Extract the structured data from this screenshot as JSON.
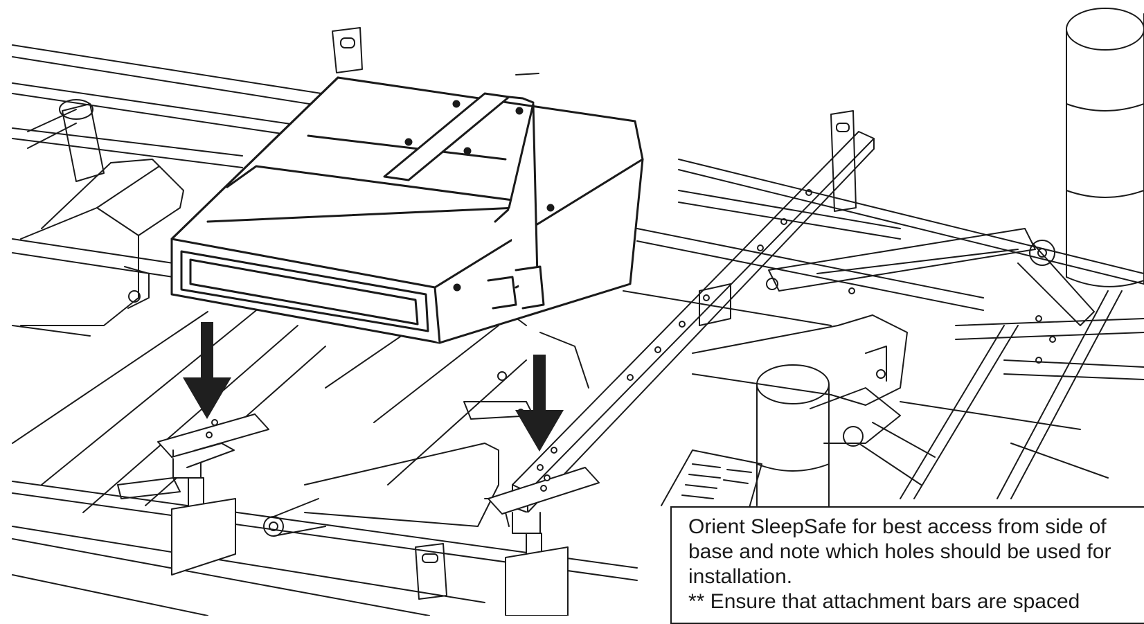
{
  "callout": {
    "text": "Orient SleepSafe for best access from side of base and note which holes should be used for installation.",
    "note": "** Ensure that attachment bars are spaced"
  },
  "illustration": {
    "components": [
      "sleepsafe-unit",
      "mounting-bracket",
      "mounting-bracket",
      "down-arrow",
      "down-arrow",
      "bed-base-frame",
      "side-rail",
      "actuator-motor",
      "pivot-linkage",
      "leg-post"
    ],
    "colors": {
      "ink": "#1a1a1a",
      "fill": "#ffffff",
      "arrow": "#1f1f1f"
    }
  }
}
